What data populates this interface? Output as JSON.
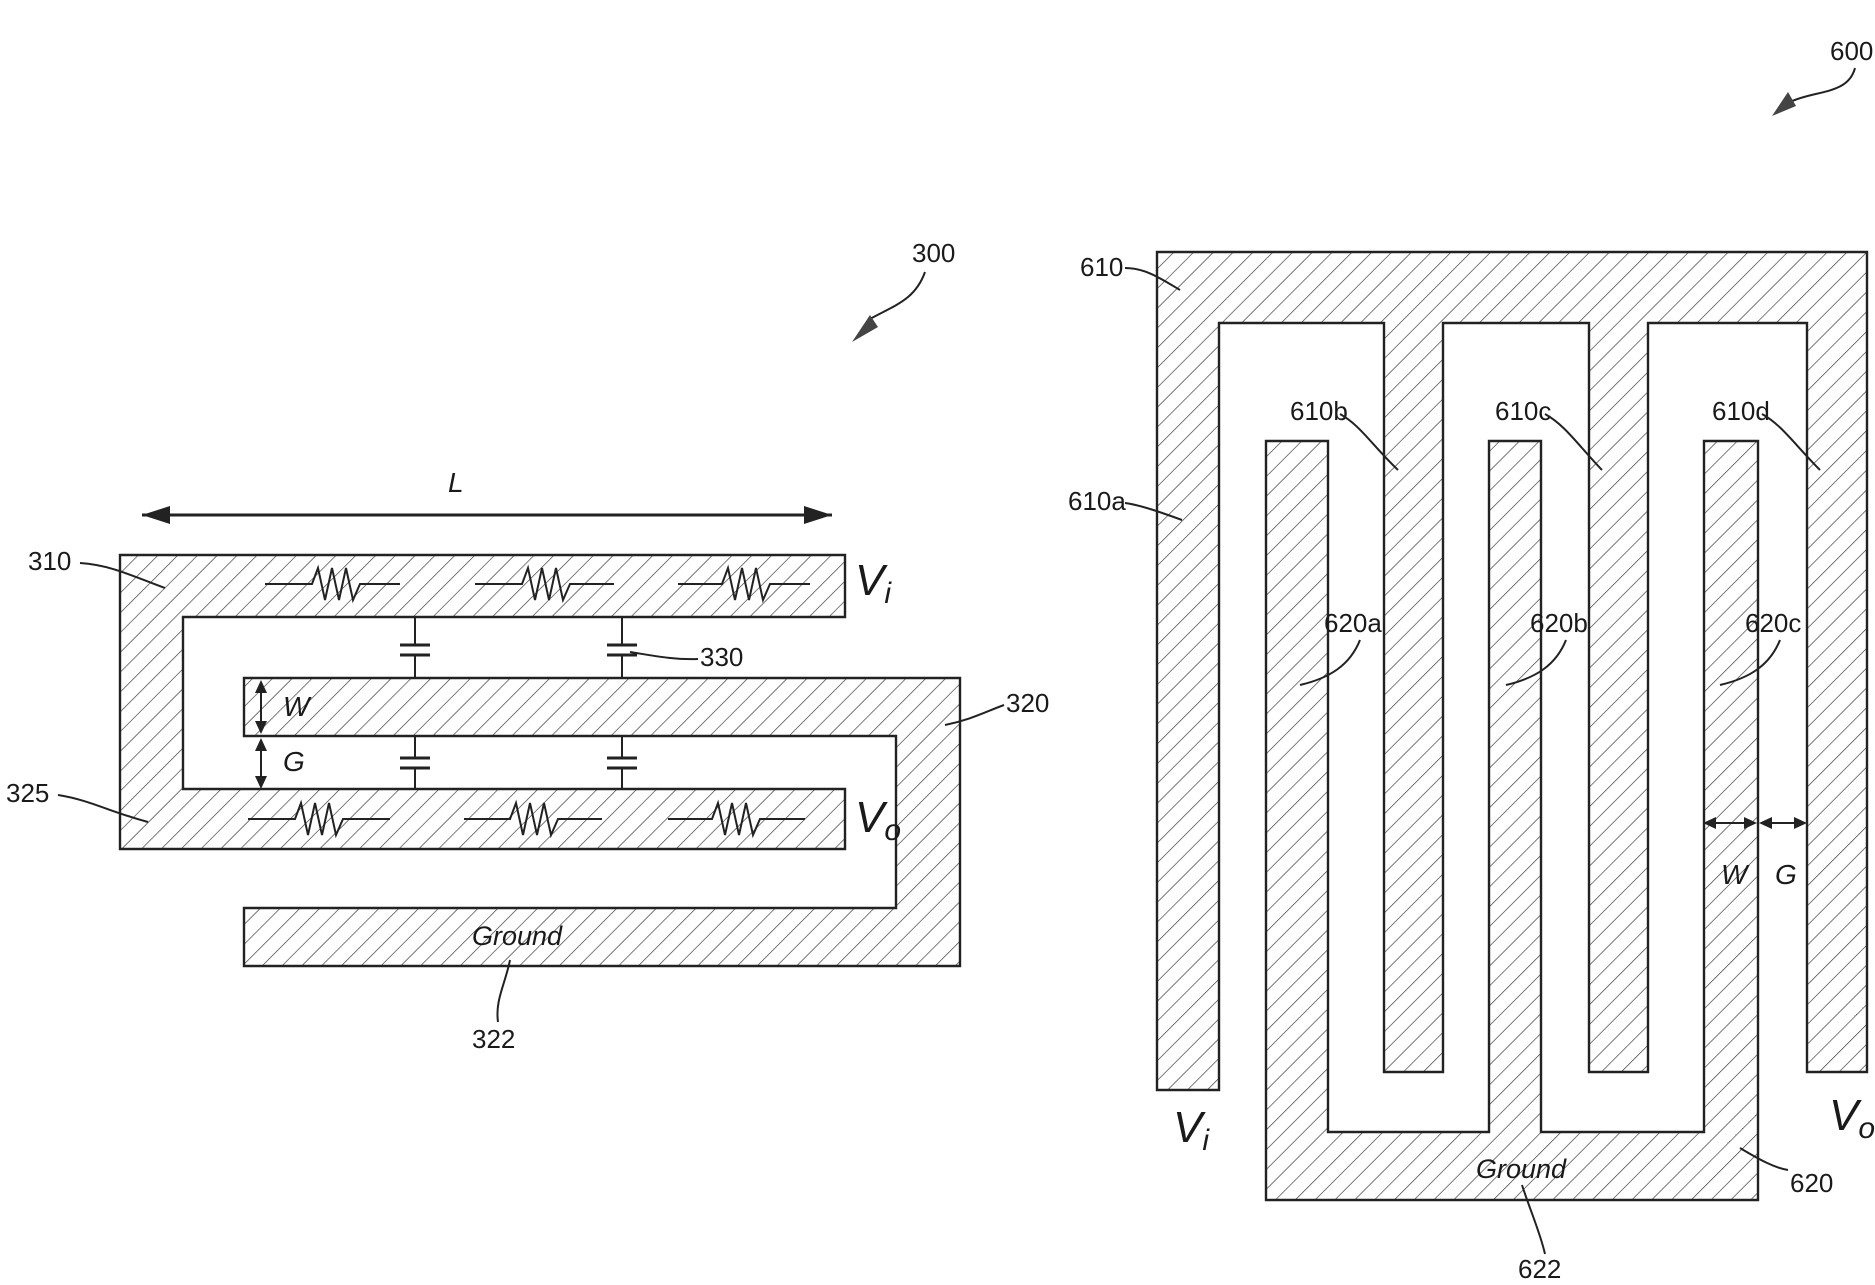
{
  "figure_300": {
    "ref": "300",
    "length_label": "L",
    "input_label": {
      "main": "V",
      "sub": "i"
    },
    "output_label": {
      "main": "V",
      "sub": "o"
    },
    "width_label": "W",
    "gap_label": "G",
    "ground_label": "Ground",
    "refs": {
      "first_line": "310",
      "second_line": "320",
      "ground": "322",
      "bend": "325",
      "capacitance": "330"
    }
  },
  "figure_600": {
    "ref": "600",
    "input_label": {
      "main": "V",
      "sub": "i"
    },
    "output_label": {
      "main": "V",
      "sub": "o"
    },
    "width_label": "W",
    "gap_label": "G",
    "ground_label": "Ground",
    "refs": {
      "first_line": "610",
      "first_fingers": [
        "610a",
        "610b",
        "610c",
        "610d"
      ],
      "second_line": "620",
      "second_fingers": [
        "620a",
        "620b",
        "620c"
      ],
      "ground": "622"
    }
  },
  "colors": {
    "ink": "#222222",
    "background": "#ffffff"
  }
}
